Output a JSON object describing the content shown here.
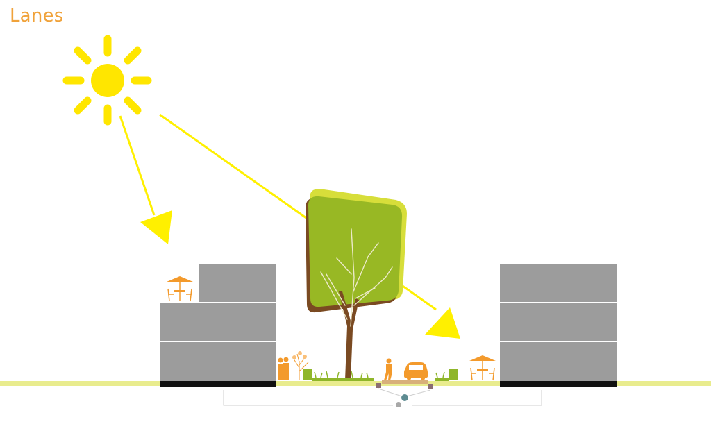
{
  "title": "Lanes",
  "colors": {
    "title": "#f0a23a",
    "sun": "#ffe600",
    "sun_ray_arrow": "#fff000",
    "building": "#9c9c9c",
    "ground": "#e9ec8e",
    "foundation": "#111111",
    "tree_canopy": "#98b824",
    "tree_canopy_back": "#d7de3a",
    "tree_trunk": "#7a4a22",
    "figures": "#f39a2c",
    "planters": "#8fb62a",
    "drain": "#5d8b91"
  },
  "elements": {
    "sun": "sun-icon",
    "buildings": [
      "left-building",
      "right-building"
    ],
    "tree": "tree-icon",
    "people": "people-icon",
    "car": "car-icon",
    "cafe_tables": [
      "umbrella-table-icon",
      "umbrella-table-icon"
    ]
  }
}
